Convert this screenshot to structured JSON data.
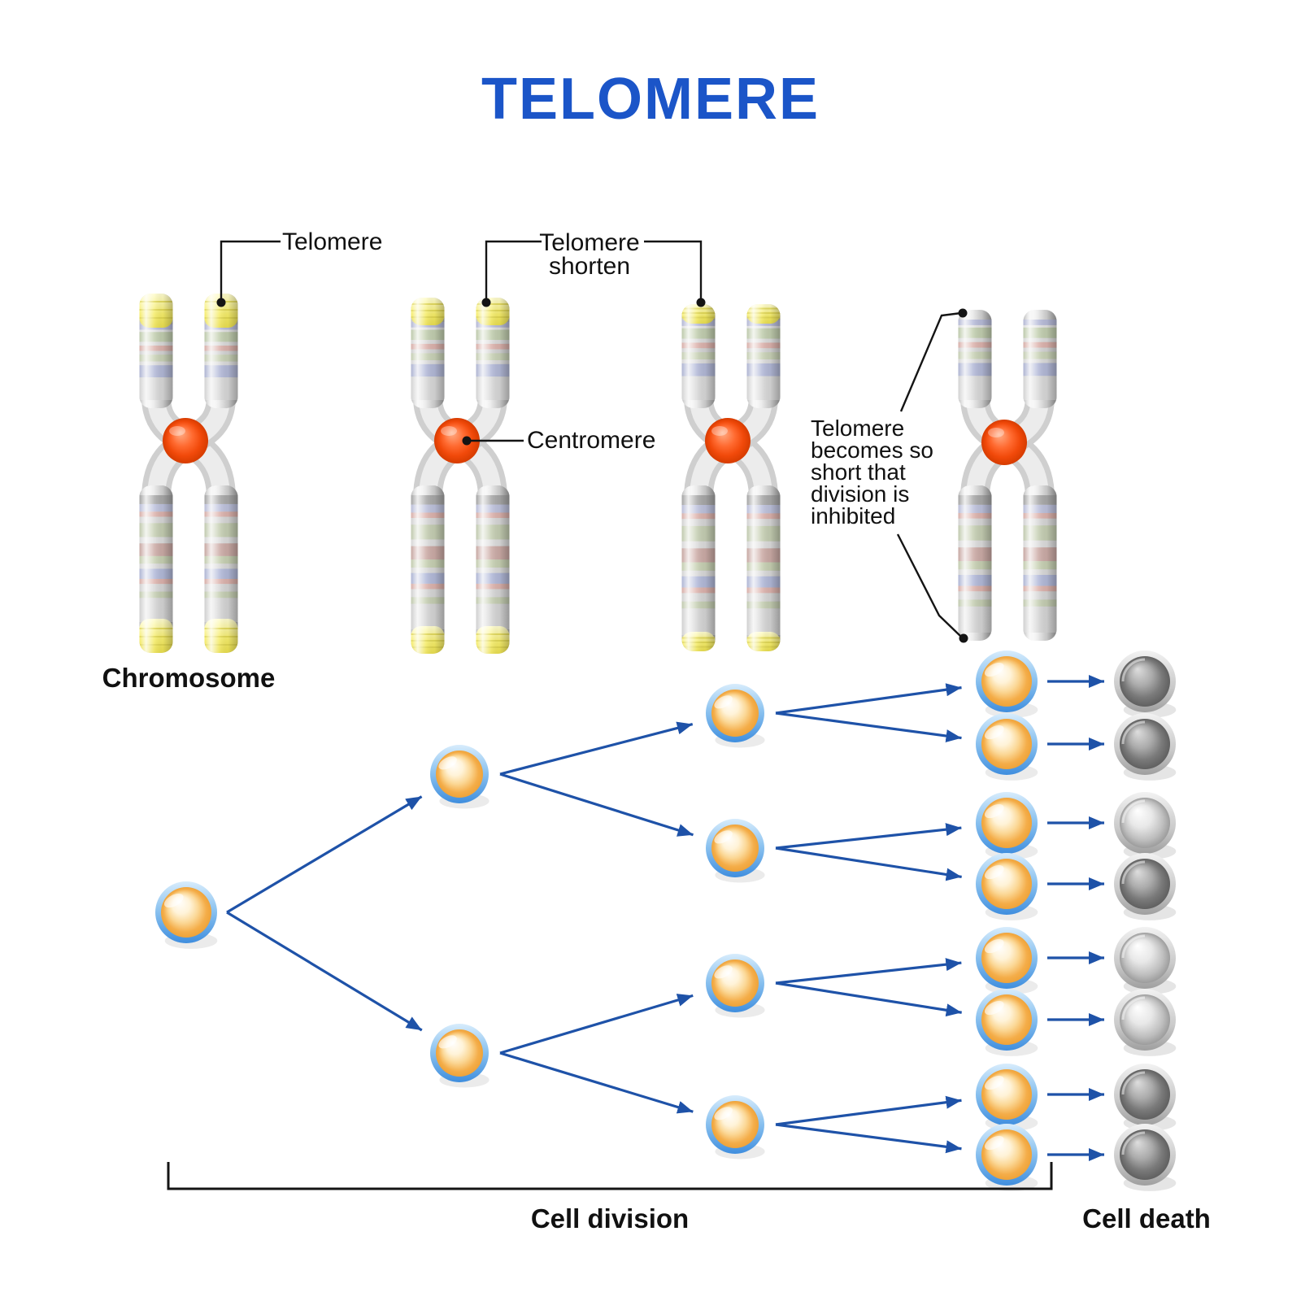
{
  "title": "TELOMERE",
  "labels": {
    "telomere": "Telomere",
    "telomere_shorten": [
      "Telomere",
      "shorten"
    ],
    "centromere": "Centromere",
    "inhibited_lines": [
      "Telomere",
      "becomes so",
      "short that",
      "division is",
      "inhibited"
    ],
    "chromosome": "Chromosome",
    "cell_division": "Cell division",
    "cell_death": "Cell death"
  },
  "colors": {
    "title_blue": "#1b55c8",
    "arrow_blue": "#1e52a8",
    "leader_black": "#141414",
    "telomere_yellow": "#f2e75e",
    "centromere_orange": "#ff5a1e",
    "cell_ring_blue": "#3f8ede",
    "cell_body_orange": "#f4ad49",
    "dead_cell_gray": "#8e8e8e"
  },
  "chromosomes": [
    {
      "id": "chromosome-1",
      "telomere_state": "full"
    },
    {
      "id": "chromosome-2",
      "telomere_state": "shortened"
    },
    {
      "id": "chromosome-3",
      "telomere_state": "very-short"
    },
    {
      "id": "chromosome-4",
      "telomere_state": "absent"
    }
  ],
  "division_tree": {
    "generations": [
      1,
      2,
      4,
      8
    ],
    "dead_cells": 8
  }
}
